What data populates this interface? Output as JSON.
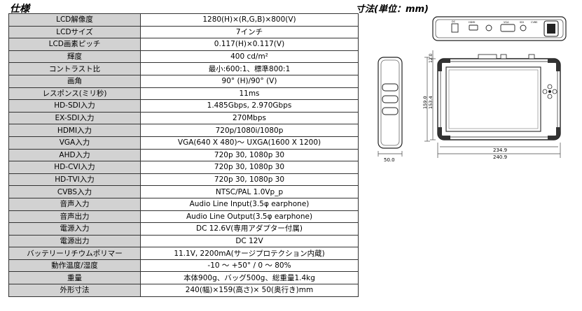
{
  "headings": {
    "spec": "仕様",
    "dimensions": "寸法(単位：mm)"
  },
  "spec_rows": [
    {
      "label": "LCD解像度",
      "value": "1280(H)×(R,G,B)×800(V)"
    },
    {
      "label": "LCDサイズ",
      "value": "7インチ"
    },
    {
      "label": "LCD画素ピッチ",
      "value": "0.117(H)×0.117(V)"
    },
    {
      "label": "輝度",
      "value": "400 cd/m²"
    },
    {
      "label": "コントラスト比",
      "value": "最小:600:1、標準800:1"
    },
    {
      "label": "画角",
      "value": "90° (H)/90° (V)"
    },
    {
      "label": "レスポンス(ミリ秒)",
      "value": "11ms"
    },
    {
      "label": "HD-SDI入力",
      "value": "1.485Gbps, 2.970Gbps"
    },
    {
      "label": "EX-SDI入力",
      "value": "270Mbps"
    },
    {
      "label": "HDMI入力",
      "value": "720p/1080i/1080p"
    },
    {
      "label": "VGA入力",
      "value": "VGA(640 X 480)～ UXGA(1600 X 1200)"
    },
    {
      "label": "AHD入力",
      "value": "720p 30, 1080p 30"
    },
    {
      "label": "HD-CVI入力",
      "value": "720p 30, 1080p 30"
    },
    {
      "label": "HD-TVI入力",
      "value": "720p 30, 1080p 30"
    },
    {
      "label": "CVBS入力",
      "value": "NTSC/PAL 1.0Vp_p"
    },
    {
      "label": "音声入力",
      "value": "Audio Line Input(3.5φ earphone)"
    },
    {
      "label": "音声出力",
      "value": "Audio Line Output(3.5φ earphone)"
    },
    {
      "label": "電源入力",
      "value": "DC 12.6V(専用アダプター付属)"
    },
    {
      "label": "電源出力",
      "value": "DC 12V"
    },
    {
      "label": "バッテリーリチウムポリマー",
      "value": "11.1V, 2200mA(サージプロテクション内蔵)"
    },
    {
      "label": "動作温度/湿度",
      "value": "-10 ～ +50° / 0 ～ 80%"
    },
    {
      "label": "重量",
      "value": "本体900g、バッグ500g、総重量1.4kg"
    },
    {
      "label": "外形寸法",
      "value": "240(幅)×159(高さ)× 50(奥行き)mm"
    }
  ],
  "drawing": {
    "width_inner": "234.9",
    "width_outer": "240.9",
    "depth": "50.0",
    "height_inner": "153.4",
    "height_outer": "159.0",
    "top_offset": "12.0",
    "port_label_dc": "DC",
    "port_label_hdmi": "HDMI",
    "port_label_vga": "VGA",
    "port_label_sdi": "SDI",
    "port_label_cvbs": "CVBS"
  }
}
